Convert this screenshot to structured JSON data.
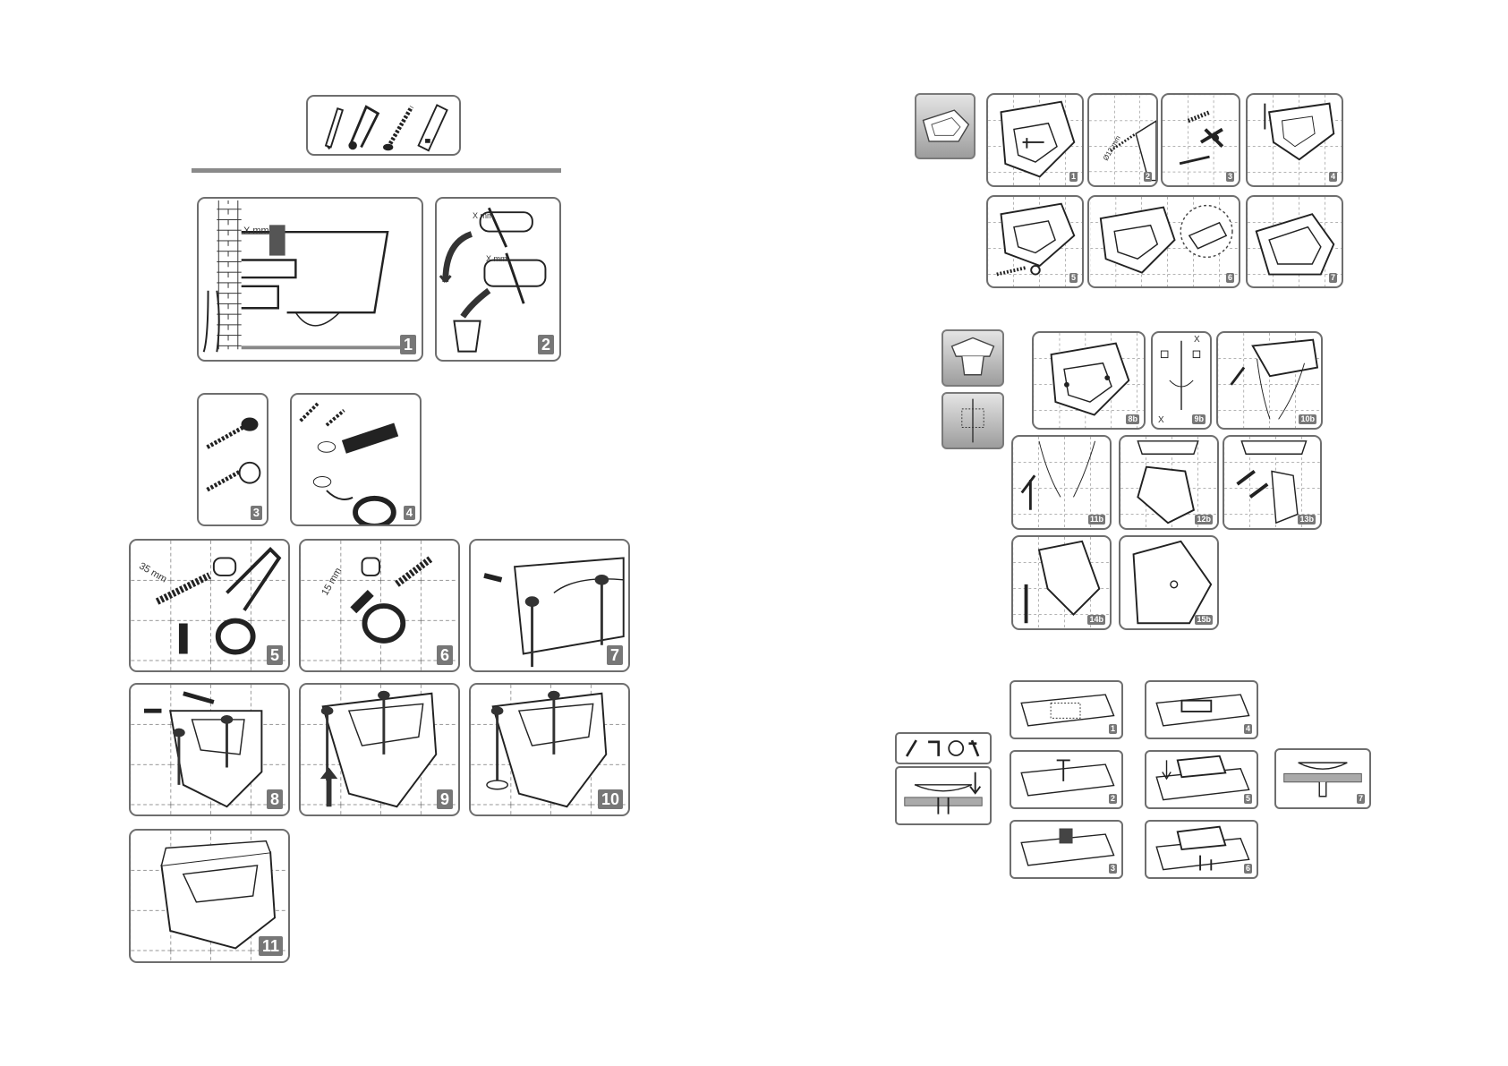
{
  "left_page": {
    "tools_box": {
      "icons": [
        "pencil-icon",
        "hacksaw-icon",
        "drill-icon",
        "spirit-level-icon"
      ]
    },
    "steps": [
      {
        "label": "1",
        "dimension": "X mm"
      },
      {
        "label": "2",
        "dimension": "X mm"
      },
      {
        "label": "3"
      },
      {
        "label": "4"
      },
      {
        "label": "5",
        "dimension": "35 mm"
      },
      {
        "label": "6",
        "dimension": "15 mm"
      },
      {
        "label": "7"
      },
      {
        "label": "8"
      },
      {
        "label": "9"
      },
      {
        "label": "10"
      },
      {
        "label": "11"
      }
    ]
  },
  "right_page": {
    "washbasin_steps": [
      {
        "label": "1"
      },
      {
        "label": "2",
        "dimension": "Ø12 mm"
      },
      {
        "label": "3"
      },
      {
        "label": "4"
      },
      {
        "label": "5"
      },
      {
        "label": "6"
      },
      {
        "label": "7"
      }
    ],
    "pedestal_steps": [
      {
        "label": "8b"
      },
      {
        "label": "9b",
        "dimension_top": "X",
        "dimension_bottom": "X"
      },
      {
        "label": "10b"
      },
      {
        "label": "11b"
      },
      {
        "label": "12b"
      },
      {
        "label": "13b"
      },
      {
        "label": "14b"
      },
      {
        "label": "15b"
      }
    ],
    "countertop_steps": [
      {
        "label": "1"
      },
      {
        "label": "2"
      },
      {
        "label": "3"
      },
      {
        "label": "4"
      },
      {
        "label": "5"
      },
      {
        "label": "6"
      },
      {
        "label": "7"
      }
    ]
  }
}
